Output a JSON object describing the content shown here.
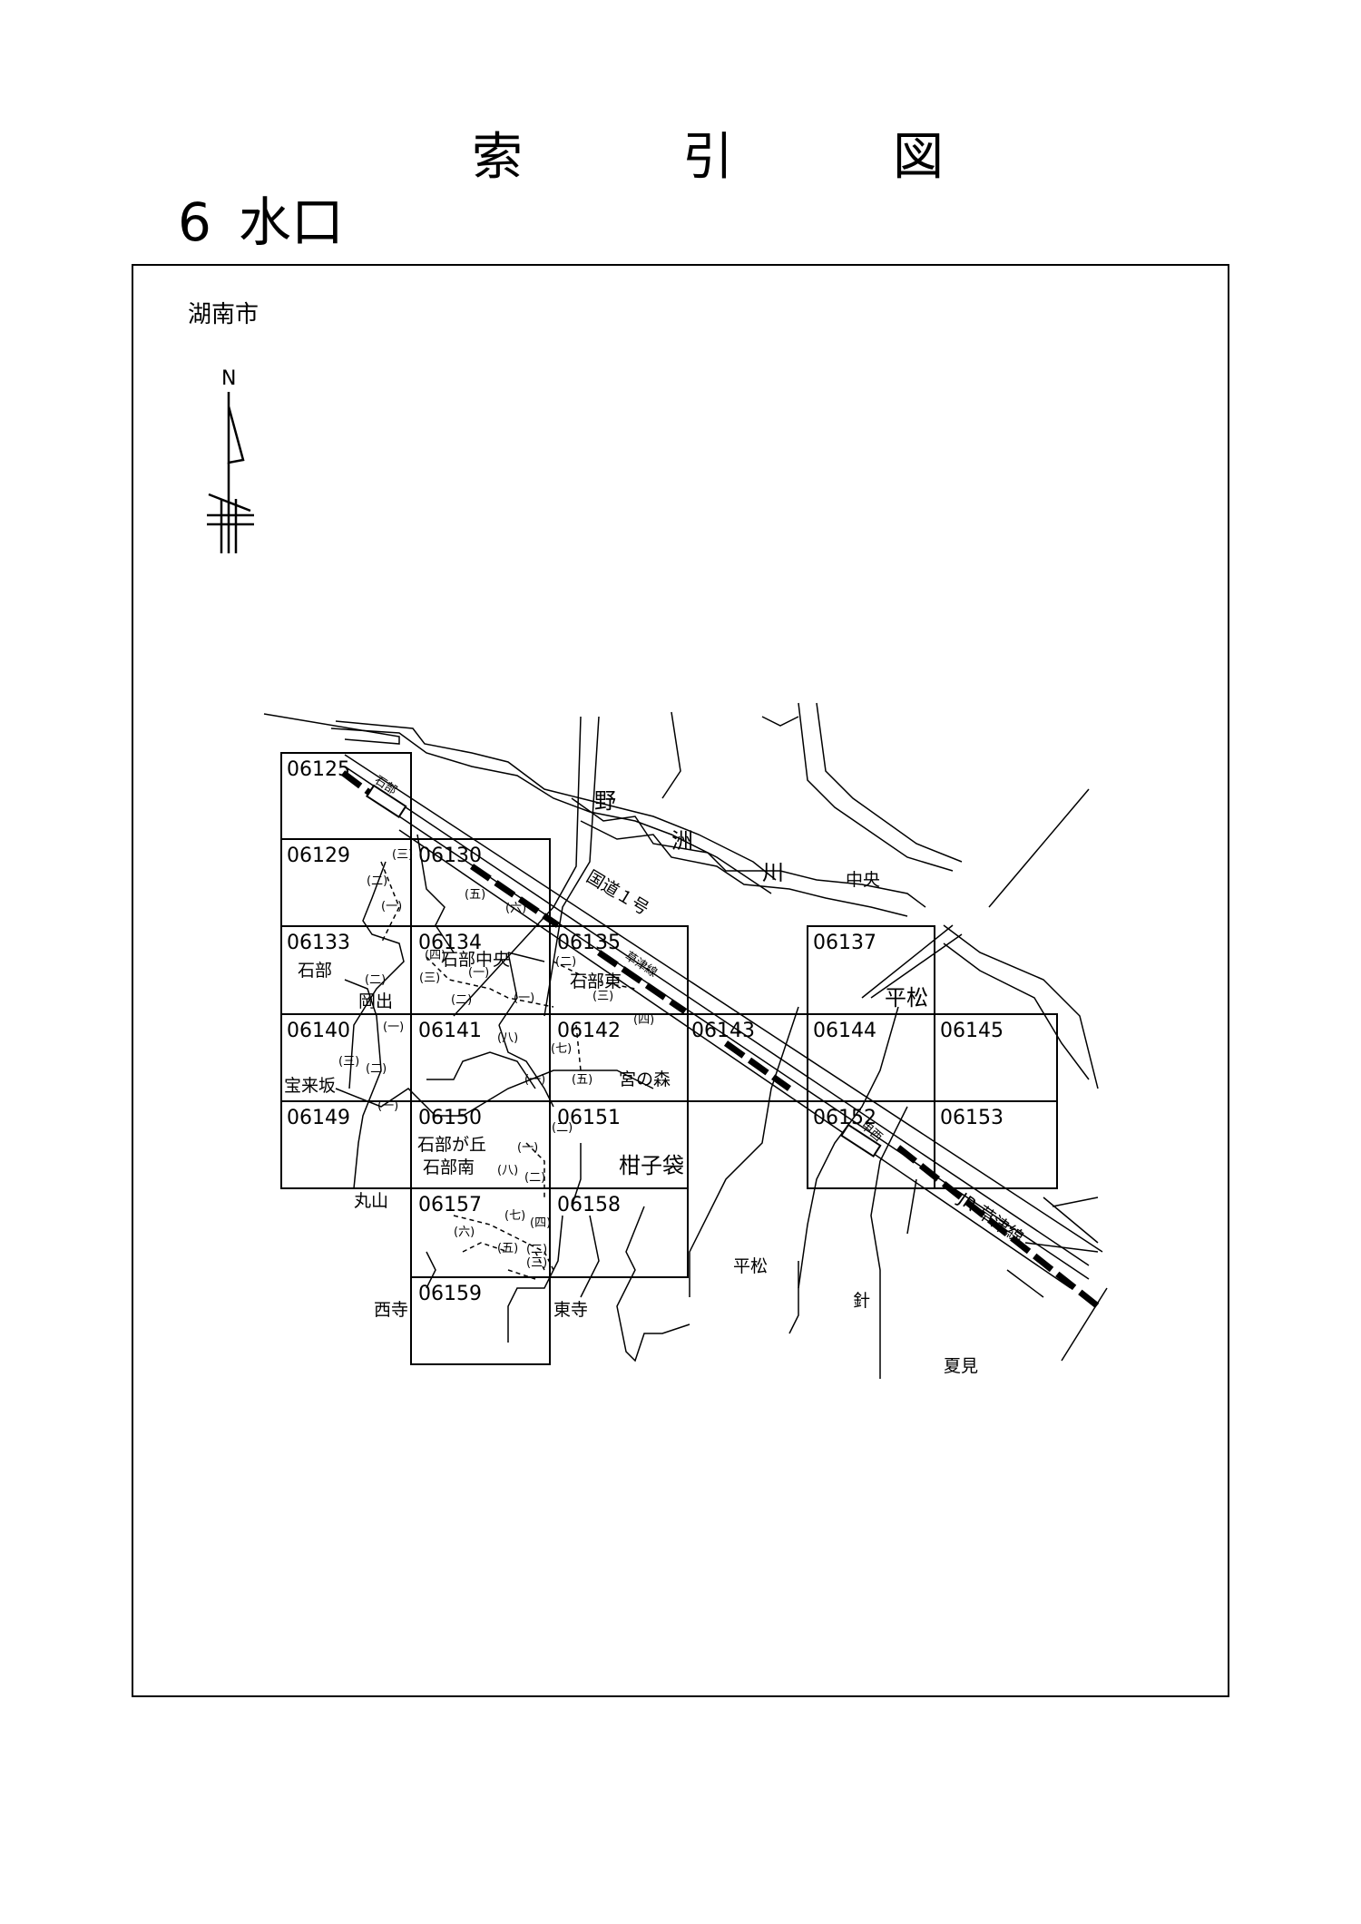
{
  "page": {
    "title_chars": [
      "索",
      "引",
      "図"
    ],
    "chapter_number": "6",
    "chapter_name": "水口",
    "city": "湖南市",
    "north_label": "N"
  },
  "tiles": [
    "06125",
    "06129",
    "06130",
    "06133",
    "06134",
    "06135",
    "06137",
    "06140",
    "06141",
    "06142",
    "06143",
    "06144",
    "06145",
    "06149",
    "06150",
    "06151",
    "06152",
    "06153",
    "06157",
    "06158",
    "06159"
  ],
  "places": {
    "ishibe": "石部",
    "ishibe_station": "石部",
    "okade": "岡出",
    "horaizaka": "宝来坂",
    "ishibe_chuo": "石部中央",
    "ishibe_higashi": "石部東",
    "miyanomori": "宮の森",
    "ishibegaoka": "石部が丘",
    "ishibe_minami": "石部南",
    "koshibukuro": "柑子袋",
    "maruyama": "丸山",
    "nishidera": "西寺",
    "higashidera": "東寺",
    "hiramatsu_n": "平松",
    "hiramatsu_s": "平松",
    "chuo": "中央",
    "hari": "針",
    "natsumi": "夏見",
    "kosei": "甲西",
    "river_1": "野",
    "river_2": "洲",
    "river_3": "川",
    "route1": "国道１号",
    "kusatsu_line_1": "草津線",
    "kusatsu_line_2": "JR 草津線"
  },
  "district_marks": {
    "m1": "(三)",
    "m2": "(二)",
    "m3": "(一)",
    "m4": "(五)",
    "m5": "(六)",
    "m6": "(四)",
    "m7": "(三)",
    "m8": "(一)",
    "m9": "(二)",
    "m10": "(一)",
    "m11": "(二)",
    "m12": "(三)",
    "m13": "(二)",
    "m14": "(一)",
    "m15": "(三)",
    "m16": "(二)",
    "m17": "(一)",
    "m18": "(八)",
    "m19": "(七)",
    "m20": "(四)",
    "m21": "(一)",
    "m22": "(五)",
    "m23": "(二)",
    "m24": "(一)",
    "m25": "(八)",
    "m26": "(二)",
    "m27": "(七)",
    "m28": "(四)",
    "m29": "(六)",
    "m30": "(五)",
    "m31": "(三)",
    "m32": "(二)"
  }
}
